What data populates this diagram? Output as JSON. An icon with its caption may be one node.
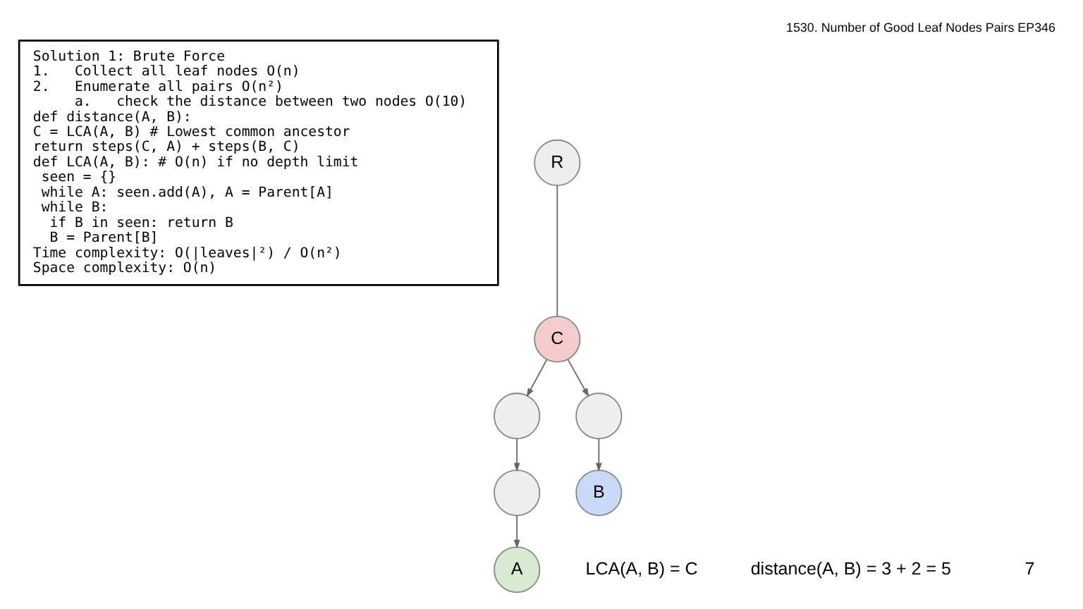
{
  "diagram": {
    "title": "1530. Number of Good Leaf Nodes Pairs EP346",
    "nodes": [
      {
        "text": [
          "Solution 1: Brute Force",
          " 1.   Collect all leaf nodes O(n)",
          " 2.   Enumerate all pairs O(n²)",
          "      a.   check the distance between two nodes O(10)",
          "def distance(A, B):",
          " C = LCA(A, B) # Lowest common ancestor",
          " return steps(C, A) + steps(B, C)",
          "def LCA(A, B): # O(n) if no depth limit",
          "  seen = {}",
          "  while A: seen.add(A), A = Parent[A]",
          "  while B:",
          "   if B in seen: return B",
          "   B = Parent[B]",
          "Time complexity: O(|leaves|²) / O(n²)",
          "Space complexity: O(n)"
        ]
      },
      {
        "text": [
          "R"
        ]
      },
      {
        "text": [
          "C"
        ]
      },
      {
        "text": [],
        "shape": "circle"
      },
      {
        "text": [],
        "shape": "circle"
      },
      {
        "text": [],
        "shape": "circle"
      },
      {
        "text": [
          "B"
        ]
      },
      {
        "text": [
          "A"
        ]
      }
    ],
    "edges": [
      {
        "from": 1,
        "to": 2,
        "arrow": "none"
      },
      {
        "from": 2,
        "to": 3,
        "arrow": "to"
      },
      {
        "from": 2,
        "to": 4,
        "arrow": "to"
      },
      {
        "from": 3,
        "to": 5,
        "arrow": "to"
      },
      {
        "from": 4,
        "to": 6,
        "arrow": "to"
      },
      {
        "from": 5,
        "to": 7,
        "arrow": "to"
      }
    ],
    "labels": [
      "LCA(A, B) = C",
      "distance(A, B) = 3 + 2 = 5",
      "7"
    ]
  }
}
